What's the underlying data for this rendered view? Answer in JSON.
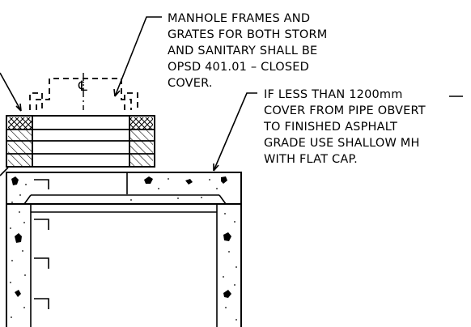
{
  "notes": {
    "frames_note": [
      "MANHOLE FRAMES AND",
      "GRATES FOR BOTH STORM",
      "AND SANITARY SHALL BE",
      "OPSD 401.01 – CLOSED",
      "COVER."
    ],
    "cover_note": [
      "IF LESS THAN 1200mm",
      "COVER FROM PIPE OBVERT",
      "TO FINISHED ASPHALT",
      "GRADE USE SHALLOW MH",
      "WITH FLAT CAP."
    ]
  },
  "centerline_label": "℄"
}
